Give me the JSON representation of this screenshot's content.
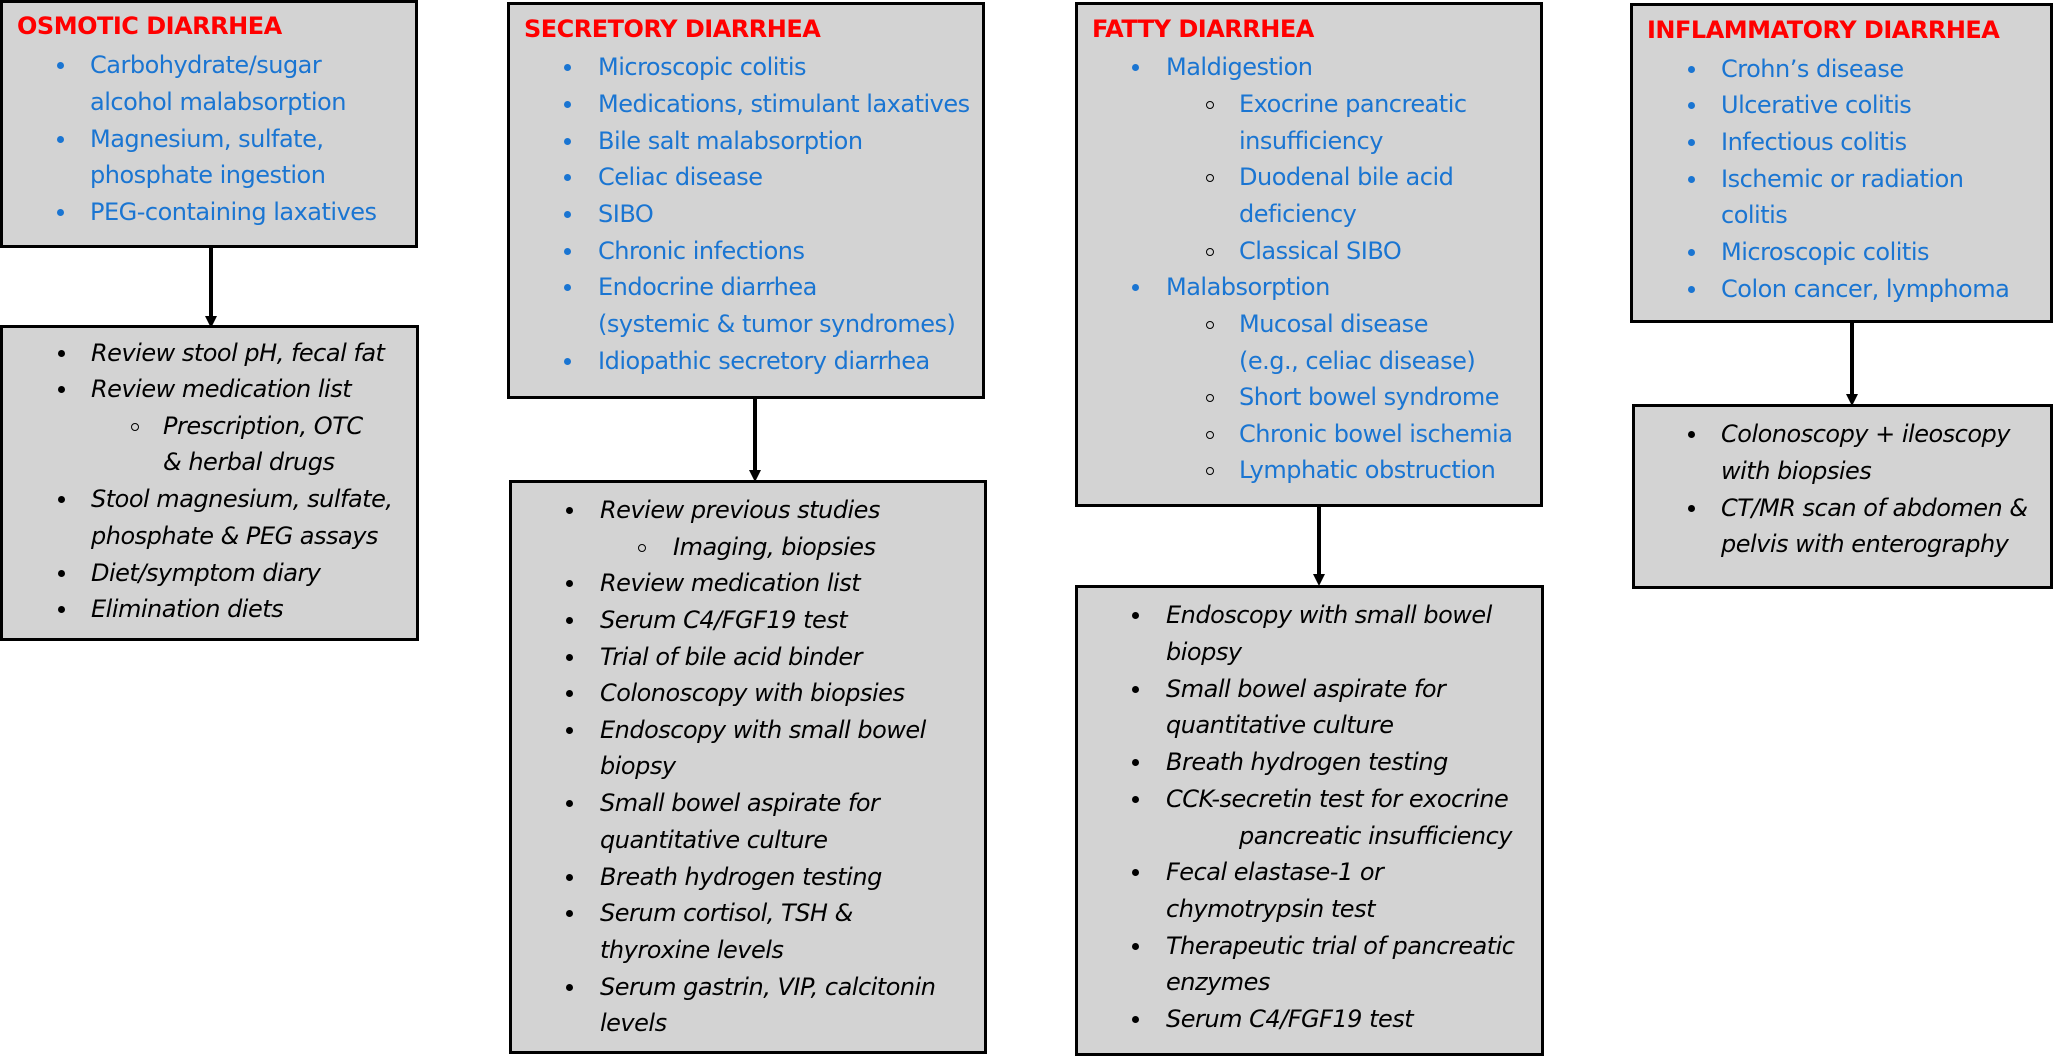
{
  "boxes": [
    {
      "title": "OSMOTIC DIARRHEA",
      "lines": [
        "Carbohydrate/sugar",
        "alcohol malabsorption",
        "Magnesium, sulfate,",
        "phosphate ingestion",
        "PEG-containing laxatives"
      ]
    },
    {
      "title": "SECRETORY DIARRHEA",
      "lines": [
        "Microscopic colitis",
        "Medications, stimulant laxatives",
        "Bile salt malabsorption",
        "Celiac disease",
        "SIBO",
        "Chronic infections",
        "Endocrine diarrhea",
        "(systemic & tumor syndromes)",
        "Idiopathic secretory diarrhea"
      ]
    },
    {
      "title": "FATTY DIARRHEA",
      "lines": [
        "Maldigestion",
        "Exocrine pancreatic",
        "insufficiency",
        "Duodenal bile acid",
        "deficiency",
        "Classical SIBO",
        "Malabsorption",
        "Mucosal disease",
        "(e.g., celiac disease)",
        "Short bowel syndrome",
        "Chronic bowel ischemia",
        "Lymphatic obstruction"
      ]
    },
    {
      "title": "INFLAMMATORY DIARRHEA",
      "lines": [
        "Crohn’s disease",
        "Ulcerative colitis",
        "Infectious colitis",
        "Ischemic or radiation",
        "colitis",
        "Microscopic colitis",
        "Colon cancer, lymphoma"
      ]
    }
  ],
  "workups": [
    {
      "lines": [
        "Review stool pH, fecal fat",
        "Review medication list",
        "Prescription, OTC",
        "& herbal drugs",
        "Stool magnesium, sulfate,",
        "phosphate & PEG assays",
        "Diet/symptom diary",
        "Elimination diets"
      ]
    },
    {
      "lines": [
        "Review previous studies",
        "Imaging, biopsies",
        "Review medication list",
        "Serum C4/FGF19 test",
        "Trial of bile acid binder",
        "Colonoscopy with biopsies",
        "Endoscopy with small bowel",
        "biopsy",
        "Small bowel aspirate for",
        "quantitative culture",
        "Breath hydrogen testing",
        "Serum cortisol, TSH &",
        "thyroxine levels",
        "Serum gastrin, VIP, calcitonin",
        "levels"
      ]
    },
    {
      "lines": [
        "Endoscopy with small bowel",
        "biopsy",
        "Small bowel aspirate for",
        "quantitative culture",
        "Breath hydrogen testing",
        "CCK-secretin test for exocrine",
        "pancreatic insufficiency",
        "Fecal elastase-1 or",
        "chymotrypsin test",
        "Therapeutic trial of pancreatic",
        "enzymes",
        "Serum C4/FGF19 test"
      ]
    },
    {
      "lines": [
        "Colonoscopy + ileoscopy",
        "with biopsies",
        "CT/MR scan of abdomen &",
        "pelvis with enterography"
      ]
    }
  ],
  "colors": {
    "title": "#ff0000",
    "cause_text": "#1a75d2",
    "workup_text": "#000000",
    "box_fill": "#d3d3d3",
    "border": "#000000"
  }
}
